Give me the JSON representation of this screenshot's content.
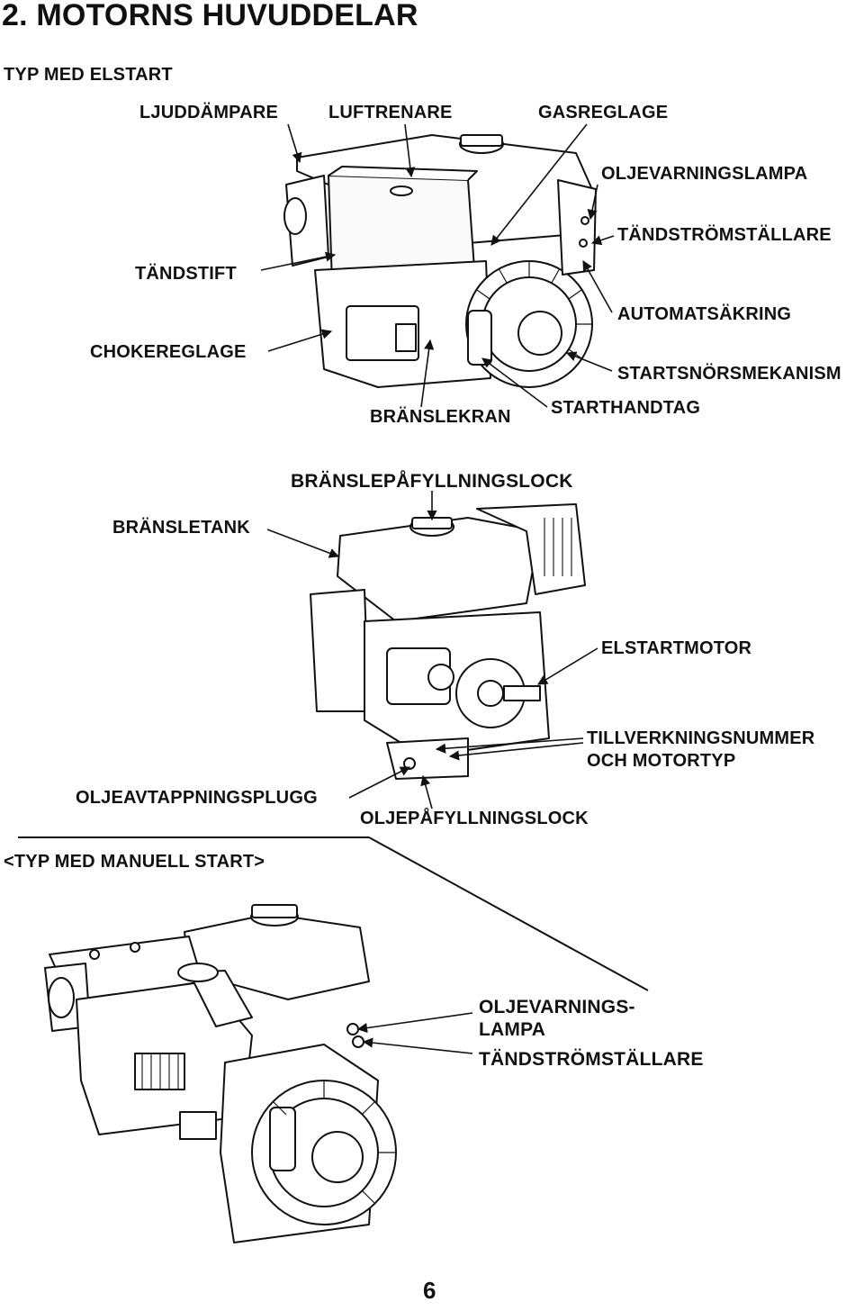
{
  "page": {
    "title": "2. MOTORNS HUVUDDELAR",
    "page_number": "6"
  },
  "section_electric": {
    "heading": "TYP MED ELSTART",
    "labels": {
      "ljuddampare": "LJUDDÄMPARE",
      "luftrenare": "LUFTRENARE",
      "gasreglage": "GASREGLAGE",
      "oljevarningslampa": "OLJEVARNINGSLAMPA",
      "tandstromstallare": "TÄNDSTRÖMSTÄLLARE",
      "tandstift": "TÄNDSTIFT",
      "automatsakring": "AUTOMATSÄKRING",
      "chokereglage": "CHOKEREGLAGE",
      "startsnorsmekanism": "STARTSNÖRSMEKANISM",
      "bransl_ekran": "BRÄNSLEKRAN",
      "starthandtag": "STARTHANDTAG",
      "branslepafyllningslock": "BRÄNSLEPÅFYLLNINGSLOCK",
      "bransletank": "BRÄNSLETANK",
      "elstartmotor": "ELSTARTMOTOR",
      "tillverkningsnummer_1": "TILLVERKNINGSNUMMER",
      "tillverkningsnummer_2": "OCH MOTORTYP",
      "oljeavtappningsplugg": "OLJEAVTAPPNINGSPLUGG",
      "oljepafyllningslock": "OLJEPÅFYLLNINGSLOCK"
    }
  },
  "section_manual": {
    "heading": "<TYP MED MANUELL START>",
    "labels": {
      "oljevarnings_1": "OLJEVARNINGS-",
      "oljevarnings_2": "LAMPA",
      "tandstromstallare": "TÄNDSTRÖMSTÄLLARE"
    }
  }
}
